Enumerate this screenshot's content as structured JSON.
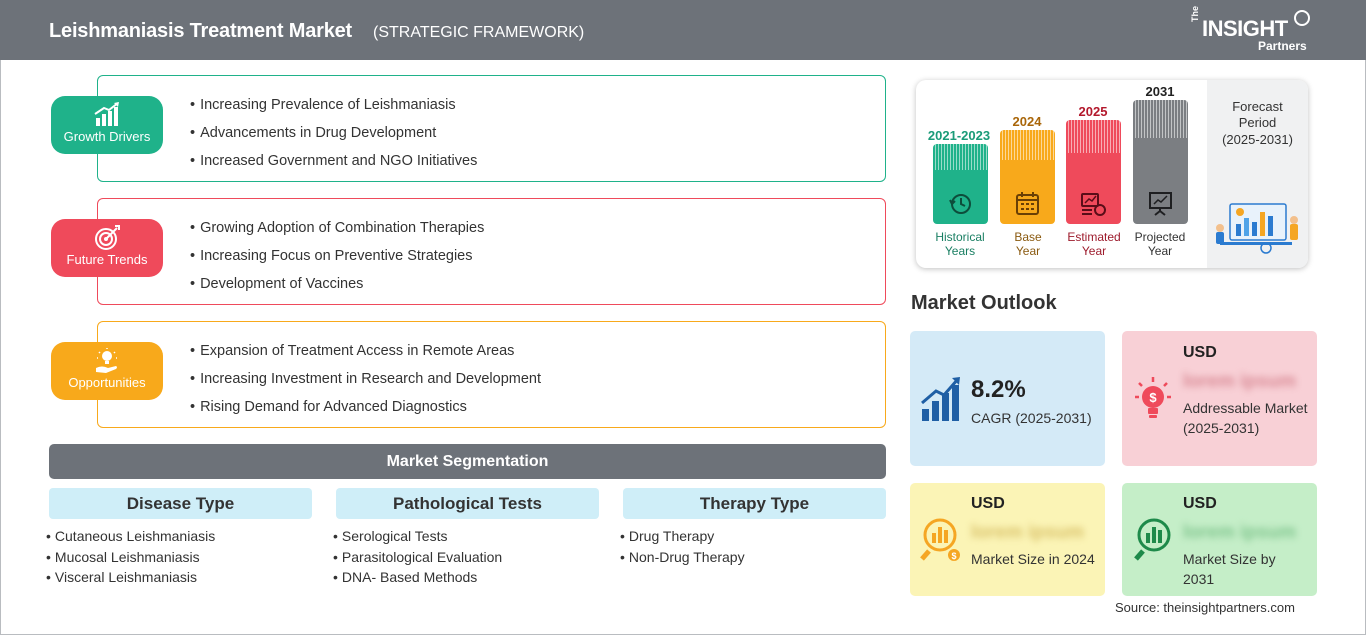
{
  "header": {
    "title": "Leishmaniasis Treatment Market",
    "subtitle": "(STRATEGIC FRAMEWORK)",
    "logo": {
      "the": "The",
      "main": "INSIGHT",
      "partners": "Partners"
    }
  },
  "framework": [
    {
      "label": "Growth Drivers",
      "icon": "bar-chart-growth-icon",
      "color": "#1fb28a",
      "items": [
        "Increasing Prevalence of Leishmaniasis",
        "Advancements in Drug Development",
        "Increased Government and NGO Initiatives"
      ]
    },
    {
      "label": "Future Trends",
      "icon": "target-icon",
      "color": "#ef4a5b",
      "items": [
        "Growing Adoption of Combination Therapies",
        "Increasing Focus on Preventive Strategies",
        "Development of Vaccines"
      ]
    },
    {
      "label": "Opportunities",
      "icon": "lightbulb-hand-icon",
      "color": "#f8a91b",
      "items": [
        "Expansion of Treatment Access in Remote Areas",
        "Increasing Investment in Research and Development",
        "Rising Demand for Advanced Diagnostics"
      ]
    }
  ],
  "segmentation": {
    "title": "Market Segmentation",
    "groups": [
      {
        "heading": "Disease Type",
        "items": [
          "Cutaneous Leishmaniasis",
          "Mucosal Leishmaniasis",
          "Visceral Leishmaniasis"
        ]
      },
      {
        "heading": "Pathological Tests",
        "items": [
          "Serological Tests",
          "Parasitological Evaluation",
          "DNA- Based Methods"
        ]
      },
      {
        "heading": "Therapy Type",
        "items": [
          "Drug Therapy",
          "Non-Drug Therapy"
        ]
      }
    ]
  },
  "timeline": {
    "columns": [
      {
        "year": "2021-2023",
        "caption_1": "Historical",
        "caption_2": "Years",
        "color": "#1fb28a",
        "year_color": "#1a9b78",
        "icon": "clock-history-icon"
      },
      {
        "year": "2024",
        "caption_1": "Base",
        "caption_2": "Year",
        "color": "#f8a91b",
        "year_color": "#a9660a",
        "icon": "calendar-icon"
      },
      {
        "year": "2025",
        "caption_1": "Estimated",
        "caption_2": "Year",
        "color": "#ef4a5b",
        "year_color": "#b3182c",
        "icon": "estimate-chart-icon"
      },
      {
        "year": "2031",
        "caption_1": "Projected",
        "caption_2": "Year",
        "color": "#7b7e82",
        "year_color": "#222222",
        "icon": "presentation-board-icon"
      }
    ],
    "forecast_title_1": "Forecast",
    "forecast_title_2": "Period",
    "forecast_range": "(2025-2031)",
    "forecast_icon": "analytics-team-icon"
  },
  "market_outlook": {
    "title": "Market Outlook",
    "cagr": {
      "value": "8.2%",
      "label": "CAGR (2025-2031)",
      "bg": "#d4eaf7",
      "icon": "growth-bars-icon"
    },
    "addressable": {
      "currency": "USD",
      "value": "lorem ipsum",
      "label": "Addressable Market (2025-2031)",
      "bg": "#f8d0d6",
      "icon": "dollar-bulb-icon"
    },
    "size_2024": {
      "currency": "USD",
      "value": "lorem ipsum",
      "label": "Market Size in 2024",
      "bg": "#fbf4b6",
      "icon": "chart-magnifier-icon"
    },
    "size_2031": {
      "currency": "USD",
      "value": "lorem ipsum",
      "label": "Market Size by 2031",
      "bg": "#c5eec8",
      "icon": "chart-magnifier-icon"
    }
  },
  "source": "Source: theinsightpartners.com"
}
